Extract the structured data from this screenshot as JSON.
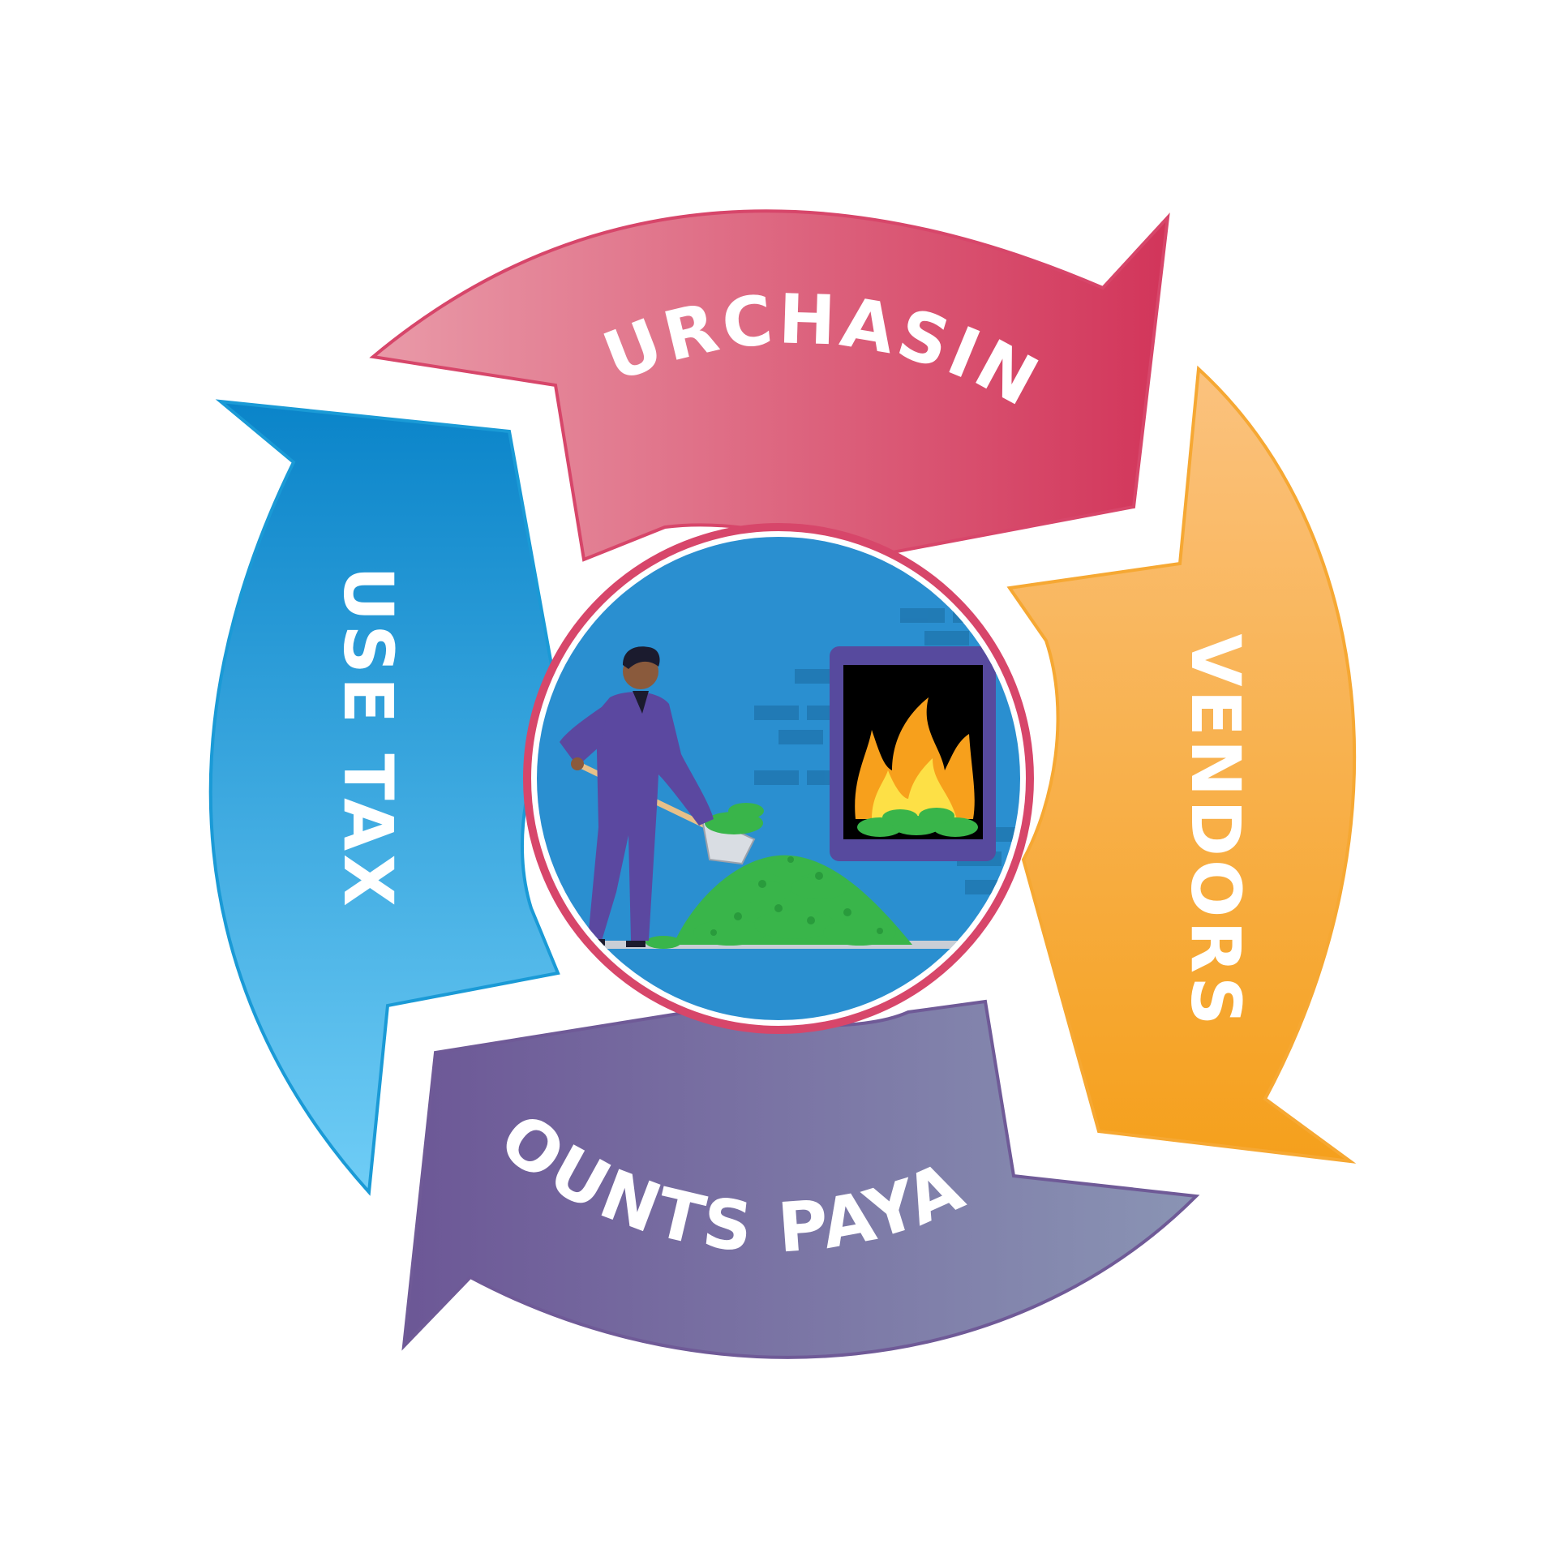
{
  "cycle": {
    "segments": [
      {
        "id": "purchasing",
        "label": "PURCHASING",
        "color_start": "#e99aa8",
        "color_end": "#d2355a",
        "border": "#d7466a"
      },
      {
        "id": "vendors",
        "label": "VENDORS",
        "color_start": "#fbc27e",
        "color_end": "#f5a01c",
        "border": "#f6a833"
      },
      {
        "id": "accounts-payable",
        "label": "ACCOUNTS PAYABLE",
        "color_start": "#6c5796",
        "color_end": "#8a94b4",
        "border": "#6f5a97"
      },
      {
        "id": "use-tax",
        "label": "USE TAX",
        "color_start": "#0a84c9",
        "color_end": "#6fcdf6",
        "border": "#1a9ad6"
      }
    ]
  },
  "illustration": {
    "description_icon": "person-shoveling-money-into-furnace",
    "background_color": "#2a8fd0",
    "ring_color": "#d7466a",
    "money_color": "#39b54a",
    "suit_color": "#5b48a0",
    "fire_color": "#f7a01c"
  }
}
